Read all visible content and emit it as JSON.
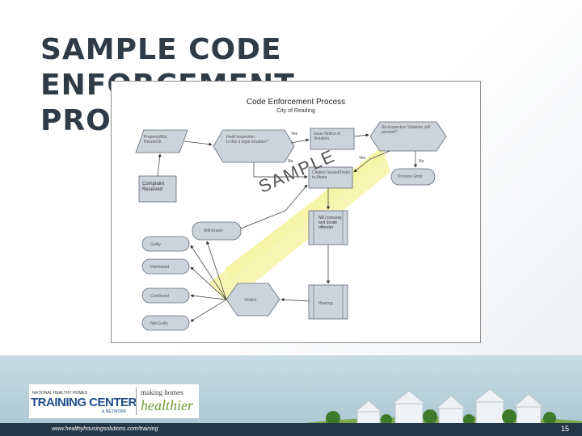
{
  "slide": {
    "title_line1": "SAMPLE CODE ENFORCEMENT",
    "title_line2": "PROCESS",
    "page_number": "15"
  },
  "diagram": {
    "title": "Code Enforcement Process",
    "subtitle": "City of Reading",
    "watermark": "SAMPLE",
    "nodes": {
      "property": "Property/Mis. Research",
      "complaint": "Complaint Received",
      "field_inspection": "Field Inspection\nIs this a legal situation?",
      "issue_notice": "Issue Notice of Violation",
      "reinspection": "Re-Inspection Violation still present?",
      "citation": "Citation Issued/Order to Abate",
      "process_ends": "Process Ends",
      "ndj": "NDJ process and locate offender",
      "withdrawn": "Withdrawn",
      "guilty": "Guilty",
      "dismissed": "Dismissed",
      "continued": "Continued",
      "not_guilty": "Not Guilty",
      "verdict": "Verdict",
      "hearing": "Hearing"
    },
    "edge_labels": {
      "yes_top": "Yes",
      "no_field": "No",
      "yes_reinspect": "Yes",
      "no_reinspect": "No"
    },
    "colors": {
      "shape_fill": "#cdd3da",
      "shape_stroke": "#5f6a76",
      "watermark_band": "#f6f3a6"
    }
  },
  "footer": {
    "logo_small_text": "NATIONAL HEALTHY HOMES",
    "logo_main": "TRAINING CENTER",
    "logo_network": "& NETWORK",
    "making_homes": "making homes",
    "healthier": "healthier",
    "url": "www.healthyhousingsolutions.com/training"
  }
}
